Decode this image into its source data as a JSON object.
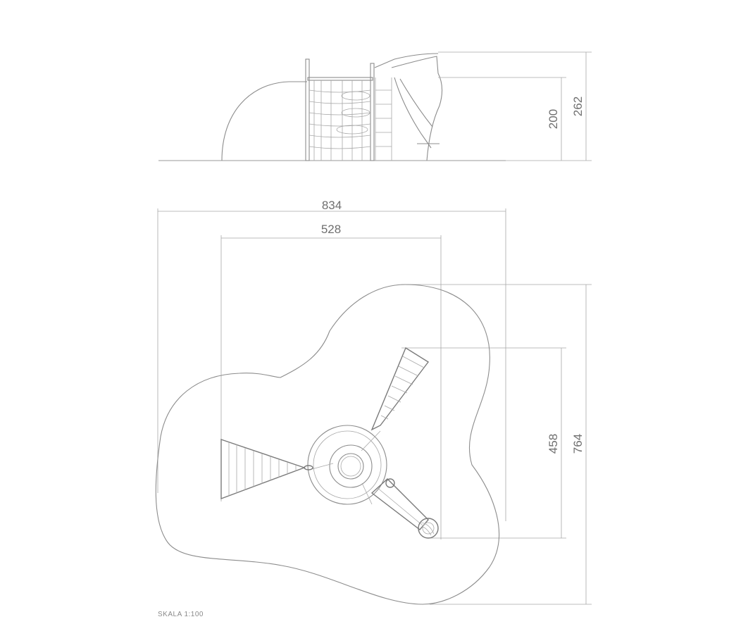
{
  "dimensions": {
    "side_height_inner": "200",
    "side_height_outer": "262",
    "plan_width_outer": "834",
    "plan_width_inner": "528",
    "plan_depth_inner": "458",
    "plan_depth_outer": "764"
  },
  "scale_label": "SKALA 1:100"
}
